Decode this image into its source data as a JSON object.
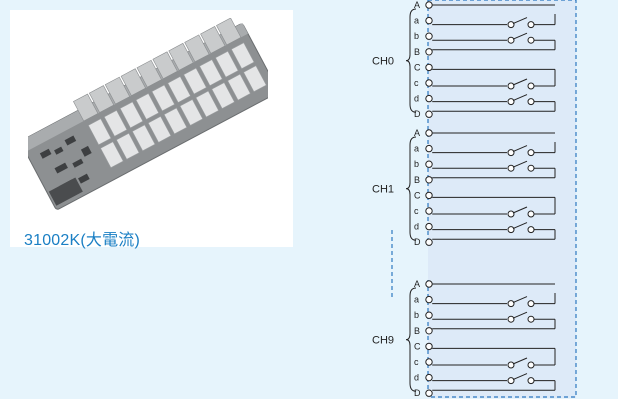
{
  "product": {
    "caption": "31002K(大電流)"
  },
  "diagram": {
    "channels": [
      {
        "name": "CH0",
        "pins": [
          "A",
          "a",
          "b",
          "B",
          "C",
          "c",
          "d",
          "D"
        ]
      },
      {
        "name": "CH1",
        "pins": [
          "A",
          "a",
          "b",
          "B",
          "C",
          "c",
          "d",
          "D"
        ]
      },
      {
        "name": "CH9",
        "pins": [
          "A",
          "a",
          "b",
          "B",
          "C",
          "c",
          "d",
          "D"
        ]
      }
    ]
  },
  "colors": {
    "background": "#e6f4fc",
    "panel": "#ddeaf8",
    "dashed_border": "#2d78c0",
    "caption": "#1a7fc4",
    "line": "#222222"
  }
}
